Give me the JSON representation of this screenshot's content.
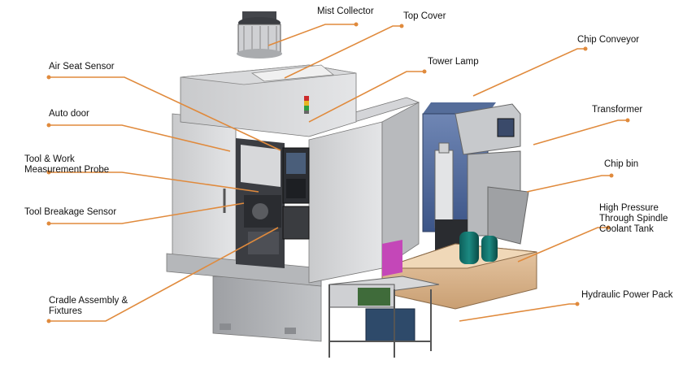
{
  "leader_color": "#e08a3c",
  "labels": {
    "mist_collector": "Mist Collector",
    "top_cover": "Top Cover",
    "chip_conveyor": "Chip Conveyor",
    "air_seat_sensor": "Air Seat Sensor",
    "tower_lamp": "Tower Lamp",
    "auto_door": "Auto door",
    "transformer": "Transformer",
    "tool_work_probe": "Tool & Work\nMeasurement Probe",
    "chip_bin": "Chip bin",
    "tool_breakage_sensor": "Tool Breakage Sensor",
    "high_pressure_coolant": "High Pressure\nThrough Spindle\nCoolant Tank",
    "cradle_assembly": "Cradle Assembly &\nFixtures",
    "hydraulic_power_pack": "Hydraulic Power Pack"
  }
}
